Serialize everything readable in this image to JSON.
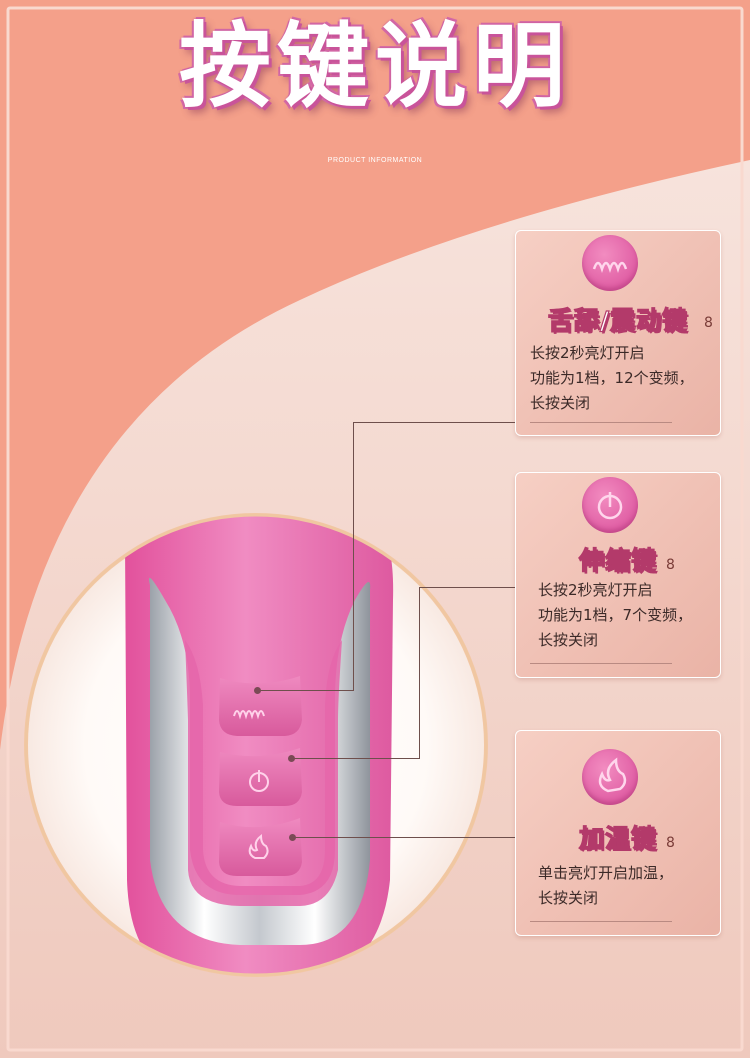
{
  "header": {
    "title": "按键说明",
    "subtitle": "PRODUCT INFORMATION"
  },
  "colors": {
    "background": "#f4a08a",
    "panel": "#f3d6cc",
    "device_pink": "#e66fb3",
    "button_pink": "#e56aaa",
    "title_outline": "#c9549a",
    "card_border": "#ffffff"
  },
  "buttons": [
    {
      "icon": "wave-icon",
      "title": "舌舔/震动键",
      "mark": "8",
      "lines": [
        "长按2秒亮灯开启",
        "功能为1档，12个变频，",
        "长按关闭"
      ]
    },
    {
      "icon": "power-icon",
      "title": "伸缩键",
      "mark": "8",
      "lines": [
        "长按2秒亮灯开启",
        "功能为1档，7个变频，",
        "长按关闭"
      ]
    },
    {
      "icon": "flame-icon",
      "title": "加温键",
      "mark": "8",
      "lines": [
        "单击亮灯开启加温，",
        "长按关闭"
      ]
    }
  ]
}
